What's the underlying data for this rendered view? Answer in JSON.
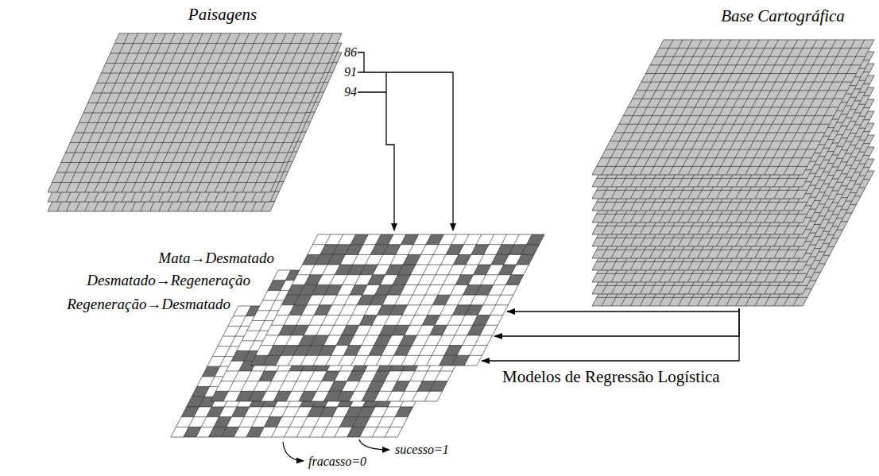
{
  "diagram": {
    "nodes": [
      {
        "text": [
          "Paisagens"
        ]
      },
      {
        "text": [
          "Base Cartográfica"
        ]
      },
      {
        "text": [
          "Mata→Desmatado",
          "Desmatado→Regeneração",
          "Regeneração→Desmatado"
        ]
      }
    ],
    "edges": [
      {
        "from": 1,
        "to": 2,
        "arrow": "to"
      },
      {
        "from": 1,
        "to": 2,
        "arrow": "to"
      },
      {
        "from": 1,
        "to": 2,
        "arrow": "to",
        "label": "Modelos de Regressão Logística"
      }
    ],
    "labels": [
      "86",
      "91",
      "94",
      "sucesso=1",
      "fracasso=0"
    ]
  }
}
